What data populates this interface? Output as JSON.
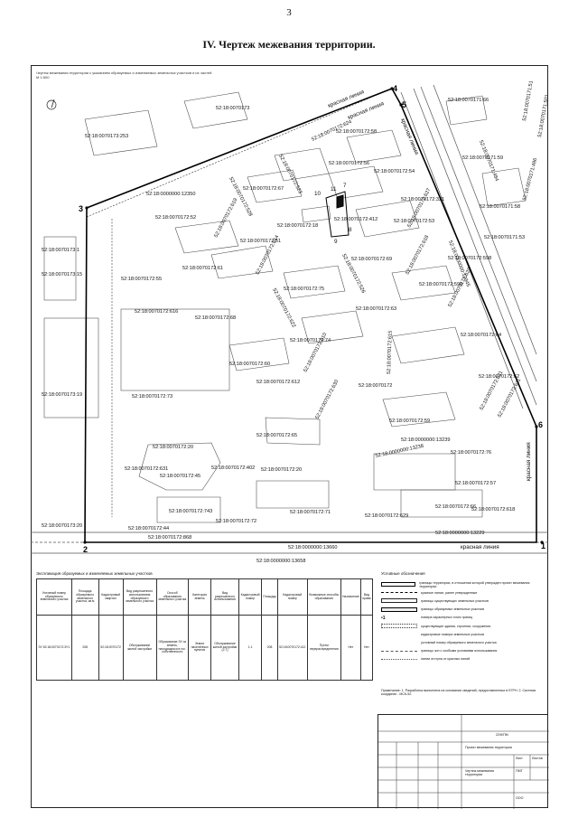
{
  "page_number": "3",
  "title": "IV.  Чертеж межевания территории.",
  "header_note": "Чертеж межевания территории с указанием образуемых и изменяемых земельных участков и их частей",
  "scale": "М 1:500",
  "points": [
    "1",
    "2",
    "3",
    "4",
    "5",
    "6",
    "7",
    "8",
    "9",
    "10",
    "11"
  ],
  "red_lines": [
    "красная линия",
    "красная линия",
    "красная линия",
    "красная линия",
    "красная линия"
  ],
  "parcels": [
    "52:18:0070171:66",
    "52:18:0070173",
    "52:18:0070173:253",
    "52:18:0070171:51",
    "52:18:0070172:58",
    "52:18:0070172:624",
    "52:18:0070172:56",
    "52:18:0070172:54",
    "52:18:0070171:484",
    "52:18:0070171:59",
    "52:18:0070171:58",
    "52:18:0070171:53",
    "52:18:0070172:67",
    "52:18:0070172:523",
    "52:18:0000000:12350",
    "52:18:0070172:528",
    "52:18:0070172:52",
    "52:18:0070172:18",
    "52:18:0070172:412",
    "52:18:0070172:53",
    "52:18:0070172:51",
    "52:18:0070172:627",
    "52:18:0070172:598",
    "52:18:0070172:61",
    "52:18:0070172:69",
    "52:18:0070172:75",
    "52:18:0070172:596",
    "52:18:0070173:1",
    "52:18:0070173:15",
    "52:18:0070172:55",
    "52:18:0070172:616",
    "52:18:0070172:68",
    "52:18:0070172:622",
    "52:18:0070172:63",
    "52:18:0070172:620",
    "52:18:0070172:74",
    "52:18:0070172:64",
    "52:18:0070172:60",
    "52:18:0070172:612",
    "52:18:0070172:610",
    "52:18:0070172",
    "52:18:0070172:62",
    "52:18:0070172:621",
    "52:18:0070173:19",
    "52:18:0070172:73",
    "52:18:0070172:630",
    "52:18:0070172:59",
    "52:18:0070172:65",
    "52:18:0000000:13239",
    "52:18:0070172:20",
    "52:18:0000000:13238",
    "52:18:0070172:76",
    "52:18:0070172:631",
    "52:18:0070172:402",
    "52:18:0070172:20",
    "52:18:0070172:45",
    "52:18:0070172:57",
    "52:18:0070172:71",
    "52:18:0070172:743",
    "52:18:0070172:72",
    "52:18:0070172:66",
    "52:18:0070172:618",
    "52:18:0070172:629",
    "52:18:0070173:20",
    "52:18:0070172:44",
    "52:18:0070172:868",
    "52:18:0000000:13229",
    "52:18:0000000:13660",
    "52:18:0000000:13658",
    "52:18:0070172:618",
    "52:18:0000000:12345",
    "52:18:0070171:486",
    "52:18:0070171:501",
    "52:18:0070172:321",
    "52:18:0070172:611",
    "52:18:0070172:619",
    "52:18:0070172:614",
    "52:18:0070172:526",
    "52:18:0070172:615"
  ],
  "explication": {
    "title": "Экспликация образуемых и изменяемых земельных участков",
    "headers": [
      "Условный номер образуемого земельного участка",
      "Площадь образуемого земельного участка, кв.м",
      "Кадастровый квартал",
      "Вид разрешенного использования образуемого земельного участка",
      "Способ образования земельного участка",
      "Категория земель",
      "Вид разрешенного использования",
      "Кадастровый номер",
      "Площадь",
      "Кадастровый номер",
      "Возможные способы образования",
      "Назначение",
      "Вид права"
    ],
    "row": [
      "ЗУ 52:18:0070172:ЗУ1",
      "208",
      "52:18:0070172",
      "Обслуживание жилой застройки",
      "Образование ЗУ из земель, находящихся в гос. собственности",
      "Земли населенных пунктов",
      "Обслуживание жилой застройки (2.7)",
      "1.1",
      "208",
      "52:18:0070172:412",
      "Путем перераспределения",
      "Нет",
      "Нет"
    ]
  },
  "legend": {
    "title": "Условные обозначения",
    "items": [
      "границы территории, в отношении которой утвержден проект межевания территории",
      "красные линии, ранее утвержденные",
      "границы существующих земельных участков",
      "границы образуемых земельных участков",
      "номера характерных точек границ",
      "существующие здания, строения, сооружения",
      "кадастровые номера земельных участков",
      "условный номер образуемого земельного участка",
      "границы зон с особыми условиями использования",
      "линии отступа от красных линий"
    ]
  },
  "notes": "Примечание: 1. Разработка выполнена на основании сведений, предоставленных в ЕГРН. 2. Система координат - МСК-52.",
  "stamp": {
    "code": "22/К/ПМ",
    "line1": "Проект межевания территории",
    "line2": "Чертеж межевания территории",
    "sheet": "Лист",
    "sheets": "Листов",
    "stage": "ПМТ",
    "company": "ООО"
  }
}
